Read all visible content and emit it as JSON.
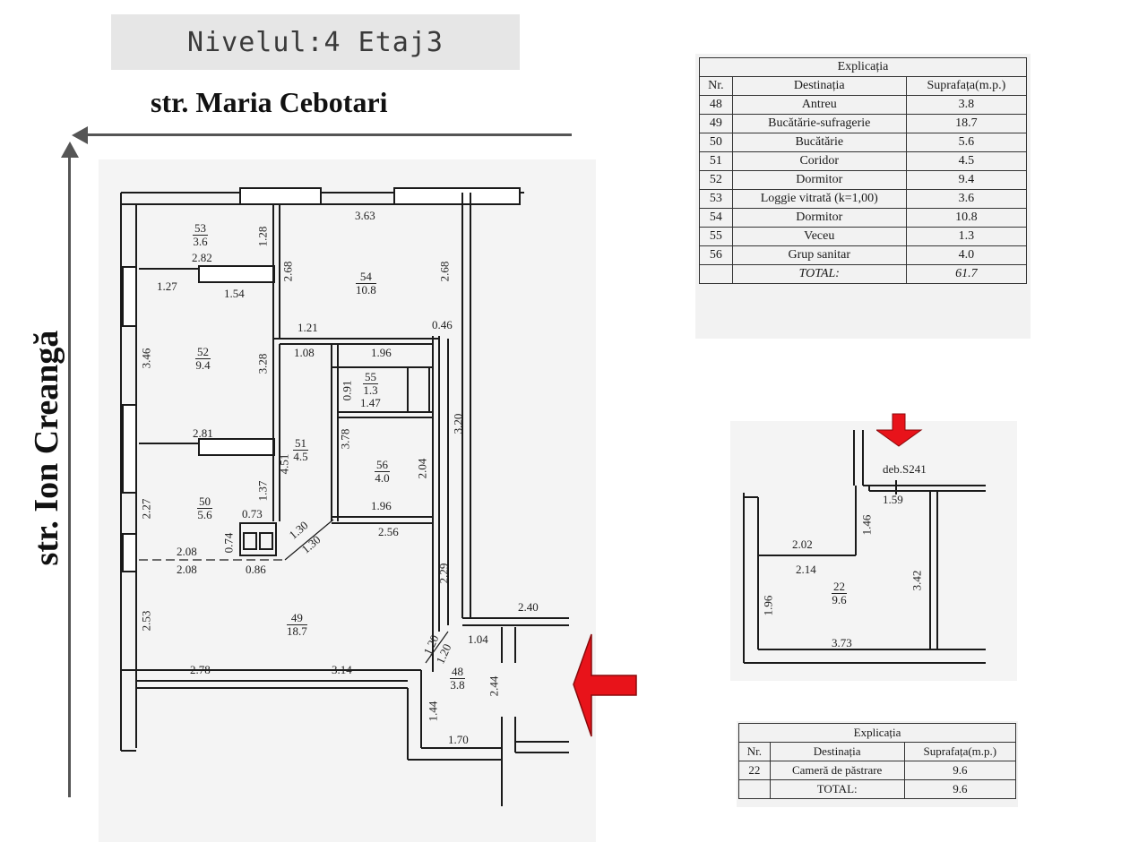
{
  "title": "Nivelul:4 Etaj3",
  "street_top": "str. Maria Cebotari",
  "street_left": "str. Ion Creangă",
  "colors": {
    "arrow_red": "#e8131a",
    "wall": "#1a1a1a"
  },
  "main_plan": {
    "rooms": [
      {
        "num": "53",
        "area": "3.6"
      },
      {
        "num": "54",
        "area": "10.8"
      },
      {
        "num": "52",
        "area": "9.4"
      },
      {
        "num": "55",
        "area": "1.3"
      },
      {
        "num": "51",
        "area": "4.5"
      },
      {
        "num": "56",
        "area": "4.0"
      },
      {
        "num": "50",
        "area": "5.6"
      },
      {
        "num": "49",
        "area": "18.7"
      },
      {
        "num": "48",
        "area": "3.8"
      }
    ],
    "dims": [
      "3.63",
      "1.28",
      "2.82",
      "1.27",
      "1.54",
      "2.68",
      "2.68",
      "0.46",
      "1.21",
      "1.08",
      "1.96",
      "3.46",
      "3.28",
      "0.91",
      "1.47",
      "3.20",
      "3.78",
      "2.81",
      "4.51",
      "2.04",
      "1.37",
      "2.27",
      "1.96",
      "0.73",
      "1.30",
      "1.30",
      "0.74",
      "2.56",
      "2.08",
      "2.08",
      "0.86",
      "2.29",
      "2.53",
      "2.40",
      "1.20",
      "1.20",
      "1.04",
      "2.78",
      "3.14",
      "2.44",
      "1.44",
      "1.70"
    ]
  },
  "table_main": {
    "caption": "Explicația",
    "headers": [
      "Nr.",
      "Destinația",
      "Suprafața(m.p.)"
    ],
    "rows": [
      [
        "48",
        "Antreu",
        "3.8"
      ],
      [
        "49",
        "Bucătărie-sufragerie",
        "18.7"
      ],
      [
        "50",
        "Bucătărie",
        "5.6"
      ],
      [
        "51",
        "Coridor",
        "4.5"
      ],
      [
        "52",
        "Dormitor",
        "9.4"
      ],
      [
        "53",
        "Loggie vitrată (k=1,00)",
        "3.6"
      ],
      [
        "54",
        "Dormitor",
        "10.8"
      ],
      [
        "55",
        "Veceu",
        "1.3"
      ],
      [
        "56",
        "Grup sanitar",
        "4.0"
      ]
    ],
    "total_label": "TOTAL:",
    "total_value": "61.7"
  },
  "storage_plan": {
    "label": "deb.S241",
    "room": {
      "num": "22",
      "area": "9.6"
    },
    "dims": [
      "1.59",
      "1.46",
      "2.02",
      "2.14",
      "3.42",
      "1.96",
      "3.73"
    ]
  },
  "table_storage": {
    "caption": "Explicația",
    "headers": [
      "Nr.",
      "Destinația",
      "Suprafața(m.p.)"
    ],
    "rows": [
      [
        "22",
        "Cameră de păstrare",
        "9.6"
      ]
    ],
    "total_label": "TOTAL:",
    "total_value": "9.6"
  }
}
